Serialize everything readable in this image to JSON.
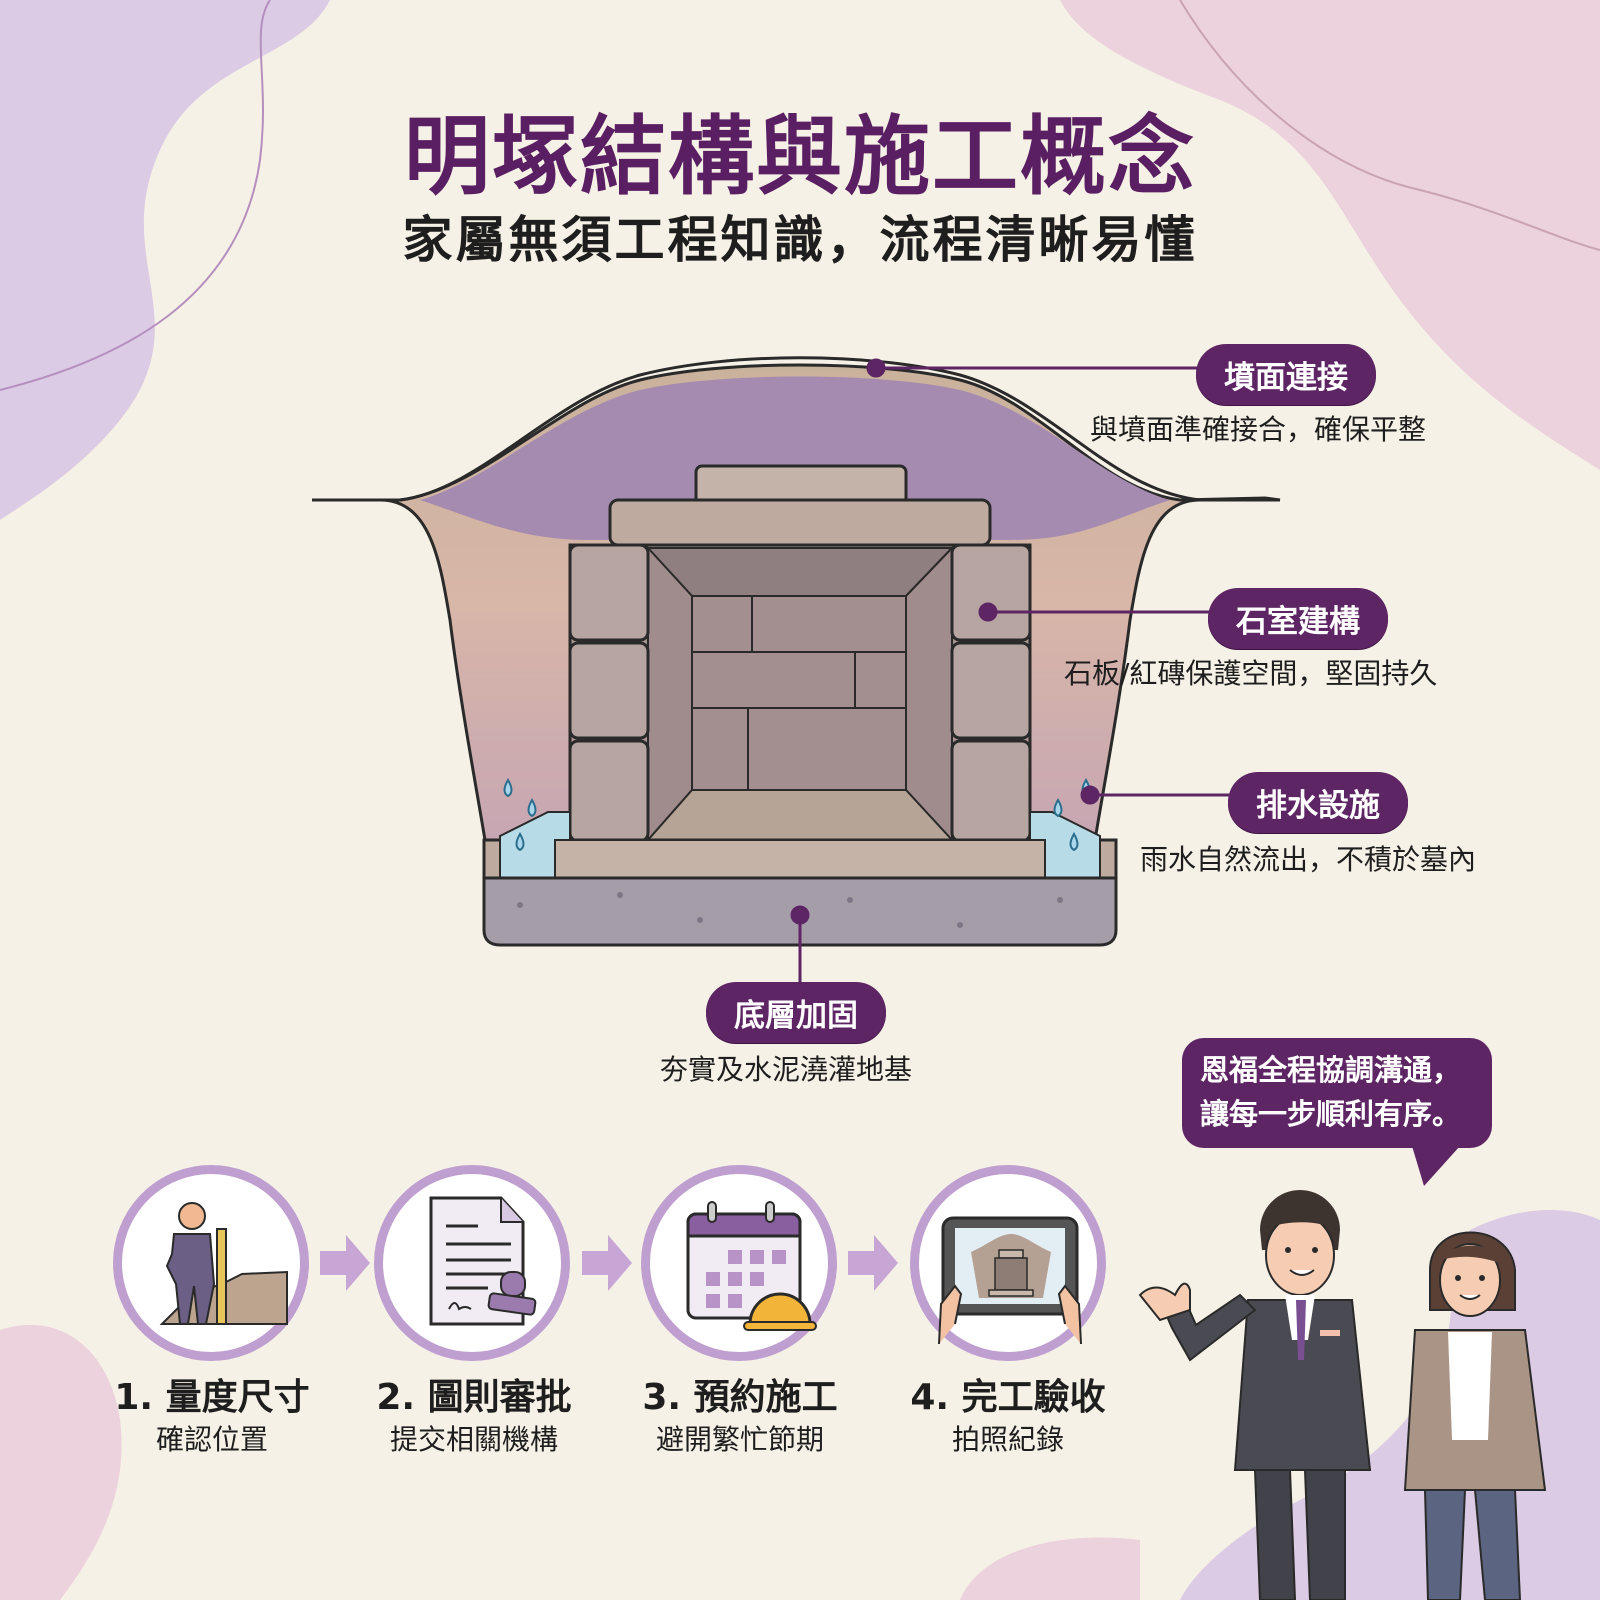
{
  "header": {
    "title": "明塚結構與施工概念",
    "subtitle": "家屬無須工程知識，流程清晰易懂"
  },
  "diagram": {
    "callouts": [
      {
        "id": "grave-surface",
        "label": "墳面連接",
        "description": "與墳面準確接合，確保平整"
      },
      {
        "id": "stone-chamber",
        "label": "石室建構",
        "description": "石板/紅磚保護空間，堅固持久"
      },
      {
        "id": "drainage",
        "label": "排水設施",
        "description": "雨水自然流出，不積於墓內"
      },
      {
        "id": "foundation",
        "label": "底層加固",
        "description": "夯實及水泥澆灌地基"
      }
    ]
  },
  "speech_bubble": {
    "line1": "恩福全程協調溝通，",
    "line2": "讓每一步順利有序。"
  },
  "steps": [
    {
      "number": "1.",
      "title": "量度尺寸",
      "subtitle": "確認位置",
      "icon": "surveyor-ruler-icon"
    },
    {
      "number": "2.",
      "title": "圖則審批",
      "subtitle": "提交相關機構",
      "icon": "document-stamp-icon"
    },
    {
      "number": "3.",
      "title": "預約施工",
      "subtitle": "避開繁忙節期",
      "icon": "calendar-hardhat-icon"
    },
    {
      "number": "4.",
      "title": "完工驗收",
      "subtitle": "拍照紀錄",
      "icon": "tablet-photo-icon"
    }
  ],
  "colors": {
    "brand_purple": "#5e2565",
    "light_purple": "#bf9fcf",
    "background": "#f6f1e6",
    "text": "#1e1e1e"
  }
}
